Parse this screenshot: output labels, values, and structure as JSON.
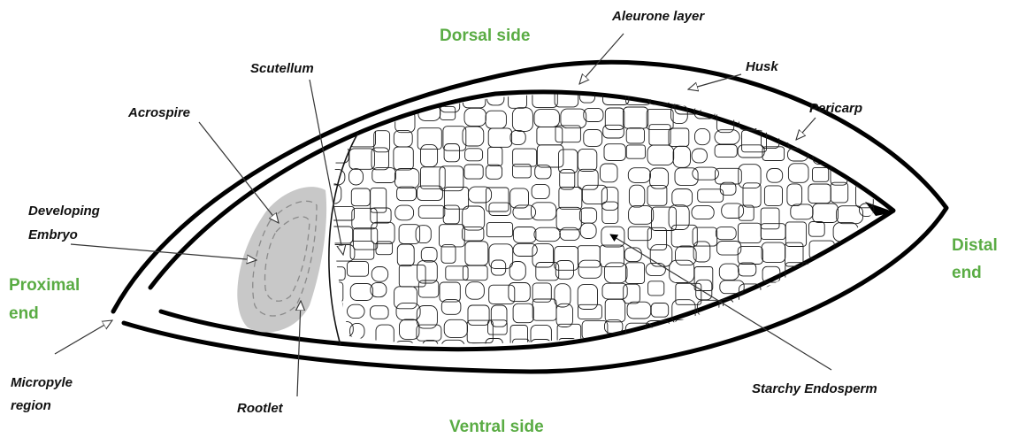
{
  "colors": {
    "side_label": "#5aac44",
    "embryo_fill": "#c8c8c8",
    "outline": "#000000",
    "cells": "#1a1a1a"
  },
  "side_labels": {
    "dorsal": "Dorsal side",
    "ventral": "Ventral side",
    "proximal_1": "Proximal",
    "proximal_2": "end",
    "distal_1": "Distal",
    "distal_2": "end"
  },
  "labels": {
    "aleurone_layer": "Aleurone layer",
    "husk": "Husk",
    "pericarp": "Pericarp",
    "scutellum": "Scutellum",
    "acrospire": "Acrospire",
    "developing_1": "Developing",
    "developing_2": "Embryo",
    "micropyle_1": "Micropyle",
    "micropyle_2": "region",
    "rootlet": "Rootlet",
    "starchy_endosperm": "Starchy Endosperm"
  }
}
